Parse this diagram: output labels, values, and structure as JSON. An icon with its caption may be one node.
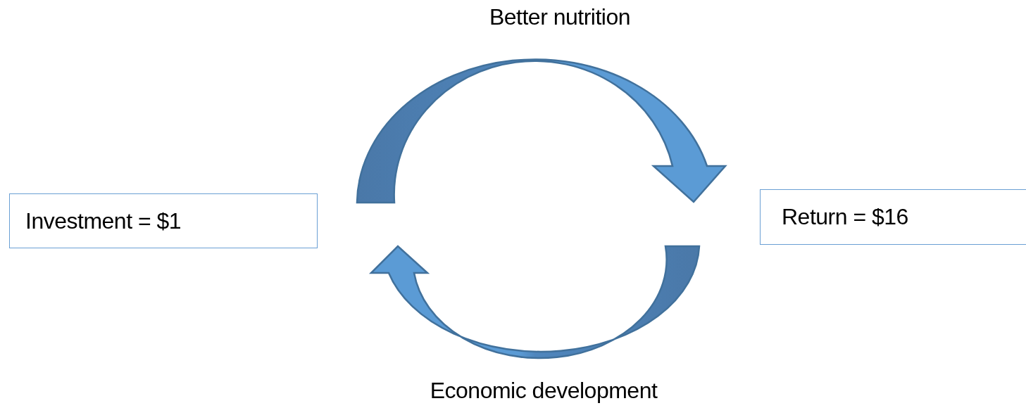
{
  "diagram": {
    "nodes": [
      {
        "text": [
          "Investment = $1"
        ]
      },
      {
        "text": [
          "Return = $16"
        ]
      }
    ],
    "edges": [
      {
        "from": 0,
        "to": 1,
        "arrow": "to",
        "label": "Better nutrition"
      },
      {
        "from": 1,
        "to": 0,
        "arrow": "to",
        "label": "Economic development"
      }
    ]
  }
}
